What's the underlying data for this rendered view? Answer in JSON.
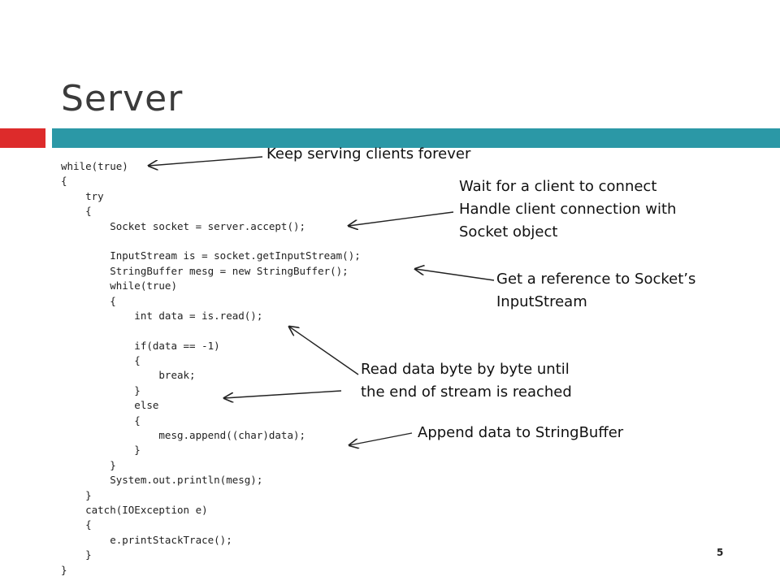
{
  "slide": {
    "title": "Server",
    "page_number": "5",
    "code_lines": [
      "while(true)",
      "{",
      "    try",
      "    {",
      "        Socket socket = server.accept();",
      "",
      "        InputStream is = socket.getInputStream();",
      "        StringBuffer mesg = new StringBuffer();",
      "        while(true)",
      "        {",
      "            int data = is.read();",
      "",
      "            if(data == -1)",
      "            {",
      "                break;",
      "            }",
      "            else",
      "            {",
      "                mesg.append((char)data);",
      "            }",
      "        }",
      "        System.out.println(mesg);",
      "    }",
      "    catch(IOException e)",
      "    {",
      "        e.printStackTrace();",
      "    }",
      "}"
    ],
    "annotations": {
      "keep_serving": [
        "Keep serving clients forever"
      ],
      "wait_client": [
        "Wait for a client to connect",
        "Handle client connection with",
        "Socket object"
      ],
      "input_stream": [
        "Get a reference to Socket’s",
        "InputStream"
      ],
      "read_data": [
        "Read data byte by byte until",
        "the end of stream is reached"
      ],
      "append_data": [
        "Append data to StringBuffer"
      ]
    }
  }
}
